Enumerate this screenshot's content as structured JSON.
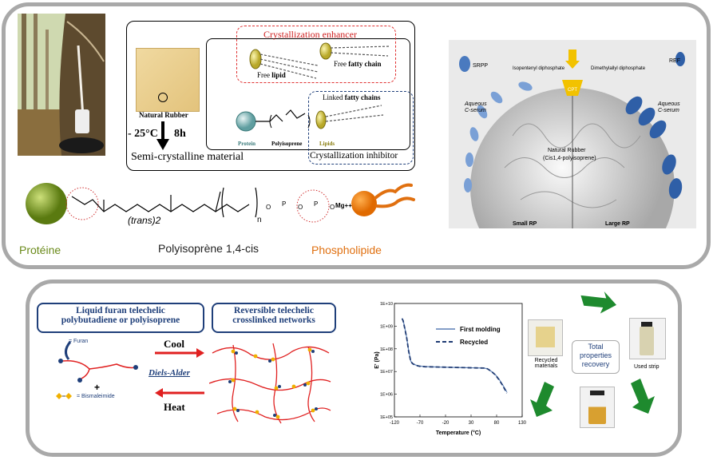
{
  "top": {
    "inset": {
      "natural_rubber": "Natural Rubber",
      "temp": "- 25°C",
      "time": "8h",
      "semi_crystalline": "Semi-crystalline material",
      "enhancer_title": "Crystallization enhancer",
      "free_lipid_pre": "Free ",
      "free_lipid_bold": "lipid",
      "free_fatty_pre": "Free ",
      "free_fatty_bold": "fatty chain",
      "linked_fatty_pre": "Linked ",
      "linked_fatty_bold": "fatty chains",
      "protein": "Protein",
      "polyisoprene": "Polyisoprene",
      "lipids": "Lipids",
      "inhibitor": "Crystallization inhibitor"
    },
    "structure": {
      "trans_label": "(trans)2",
      "n": "n",
      "mg": "Mg++",
      "proteine": "Protéine",
      "polyisoprene": "Polyisoprène 1,4-cis",
      "phospholipide": "Phospholipide",
      "atoms": {
        "o": "O",
        "p": "P"
      }
    },
    "particle": {
      "srpp": "SRPP",
      "ref": "REF",
      "ipp": "Isopentenyl  diphosphate",
      "dmapp": "Dimethylallyl diphosphate",
      "cpt": "CPT",
      "aqueous": "Aqueous",
      "cserum": "C-serum",
      "nr_label": "Natural Rubber",
      "nr_sub": "(Cis1,4-polyisoprene)",
      "small_rp": "Small RP",
      "large_rp": "Large RP"
    }
  },
  "bottom": {
    "liquid_title_1": "Liquid furan telechelic",
    "liquid_title_2": "polybutadiene or polyisoprene",
    "networks_title_1": "Reversible telechelic",
    "networks_title_2": "crosslinked networks",
    "furan": "= Furan",
    "plus": "+",
    "bismaleimide": "= Bismaleimide",
    "cool": "Cool",
    "diels_alder": "Diels-Alder",
    "heat": "Heat",
    "recycled_materials": "Recycled materials",
    "used_strip": "Used strip",
    "total_1": "Total",
    "total_2": "properties",
    "total_3": "recovery",
    "colors": {
      "title_blue": "#1f3f7a",
      "network_red": "#e02020",
      "recycle_green": "#1e8a2e"
    }
  },
  "chart_data": {
    "type": "line",
    "xlabel": "Temperature (°C)",
    "ylabel": "E' (Pa)",
    "log_y": true,
    "xlim": [
      -120,
      130
    ],
    "ylim_exp": [
      5,
      10
    ],
    "x_ticks": [
      "-120",
      "-70",
      "-20",
      "30",
      "80",
      "130"
    ],
    "y_ticks": [
      "1E+10",
      "1E+09",
      "1E+08",
      "1E+07",
      "1E+06",
      "1E+05"
    ],
    "series": [
      {
        "name": "First molding",
        "style": "solid",
        "color": "#5b7fb5",
        "x": [
          -105,
          -103,
          -100,
          -96,
          -92,
          -88,
          -84,
          -78,
          -70,
          -60,
          -40,
          -20,
          0,
          20,
          40,
          55,
          62,
          70,
          78,
          85,
          92,
          100
        ],
        "logy": [
          9.35,
          9.25,
          8.95,
          8.5,
          7.9,
          7.45,
          7.35,
          7.28,
          7.24,
          7.22,
          7.2,
          7.19,
          7.18,
          7.17,
          7.16,
          7.15,
          7.12,
          7.0,
          6.85,
          6.65,
          6.4,
          6.1
        ]
      },
      {
        "name": "Recycled",
        "style": "dashed",
        "color": "#1f3b73",
        "x": [
          -105,
          -103,
          -100,
          -96,
          -92,
          -88,
          -84,
          -78,
          -70,
          -60,
          -40,
          -20,
          0,
          20,
          40,
          55,
          62,
          70,
          78,
          85,
          92,
          100
        ],
        "logy": [
          9.33,
          9.24,
          8.93,
          8.48,
          7.88,
          7.44,
          7.34,
          7.27,
          7.23,
          7.21,
          7.2,
          7.19,
          7.18,
          7.17,
          7.16,
          7.15,
          7.12,
          7.0,
          6.84,
          6.63,
          6.38,
          6.05
        ]
      }
    ]
  }
}
